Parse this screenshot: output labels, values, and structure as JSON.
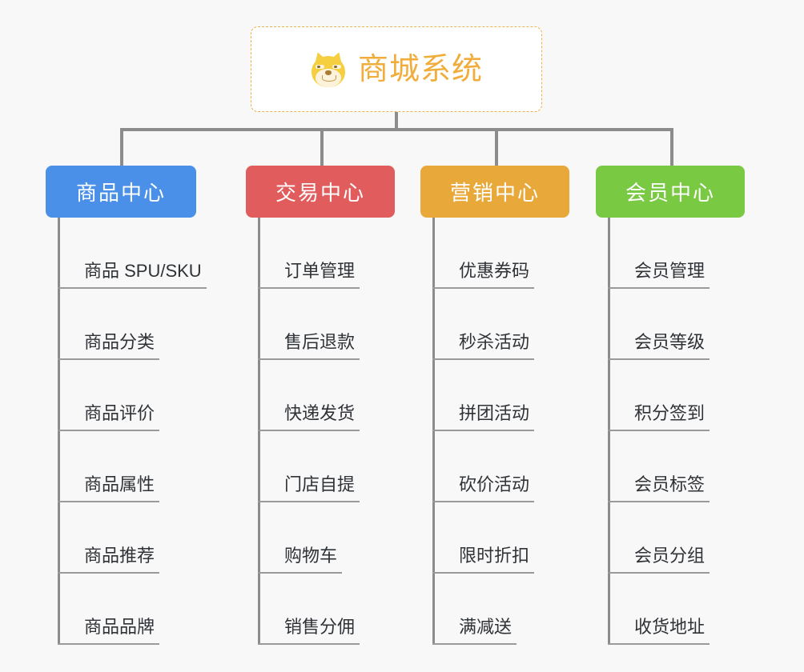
{
  "page": {
    "background_color": "#f8f8f8",
    "line_color": "#8c8c8c",
    "underline_color": "#9a9a9a",
    "leaf_text_color": "#2f3236"
  },
  "root": {
    "title": "商城系统",
    "icon": "shiba-dog-icon",
    "text_color": "#f0ad3c",
    "border_color": "#edb14a",
    "background_color": "#ffffff"
  },
  "columns": [
    {
      "id": "product-center",
      "label": "商品中心",
      "color": "#4a90e8",
      "items": [
        "商品 SPU/SKU",
        "商品分类",
        "商品评价",
        "商品属性",
        "商品推荐",
        "商品品牌"
      ]
    },
    {
      "id": "trade-center",
      "label": "交易中心",
      "color": "#e15c5c",
      "items": [
        "订单管理",
        "售后退款",
        "快递发货",
        "门店自提",
        "购物车",
        "销售分佣"
      ]
    },
    {
      "id": "marketing-center",
      "label": "营销中心",
      "color": "#e8a93a",
      "items": [
        "优惠券码",
        "秒杀活动",
        "拼团活动",
        "砍价活动",
        "限时折扣",
        "满减送"
      ]
    },
    {
      "id": "member-center",
      "label": "会员中心",
      "color": "#7ac943",
      "items": [
        "会员管理",
        "会员等级",
        "积分签到",
        "会员标签",
        "会员分组",
        "收货地址"
      ]
    }
  ]
}
